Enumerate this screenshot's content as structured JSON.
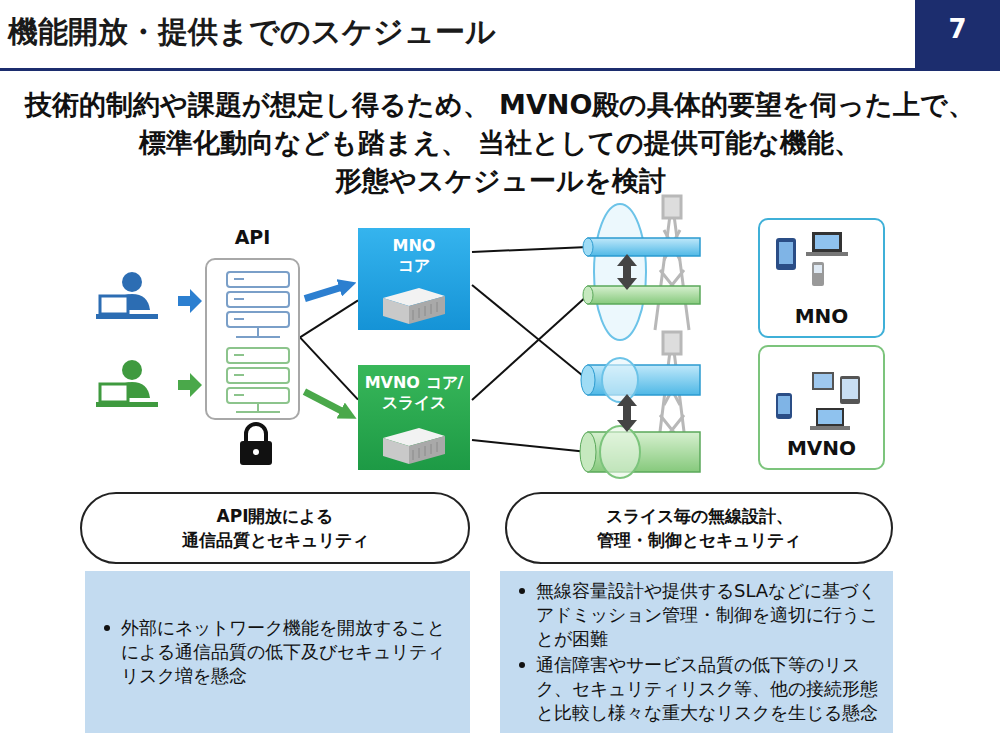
{
  "diagram": {
    "title": "機能開放・提供までのスケジュール",
    "nodes": [
      {
        "text": [
          "API"
        ]
      },
      {
        "text": [
          "MNO コア"
        ]
      },
      {
        "text": [
          "MVNO コア/スライス"
        ]
      },
      {
        "text": [
          "MNO"
        ]
      },
      {
        "text": [
          "MVNO"
        ]
      },
      {
        "text": [
          "API開放による 通信品質とセキュリティ"
        ]
      },
      {
        "text": [
          "スライス毎の無線設計、 管理・制御とセキュリティ"
        ]
      },
      {
        "text": [
          "外部にネットワーク機能を開放することによる通信品質の低下及びセキュリティリスク増を懸念"
        ]
      },
      {
        "text": [
          "無線容量設計や提供するSLAなどに基づくアドミッション管理・制御を適切に行うことが困難",
          "通信障害やサービス品質の低下等のリスク、セキュリティリスク等、他の接続形態と比較し様々な重大なリスクを生じる懸念"
        ]
      }
    ],
    "edges": [
      {
        "from": 0,
        "to": 1,
        "arrow": "to"
      },
      {
        "from": 0,
        "to": 2,
        "arrow": "to"
      },
      {
        "from": 0,
        "to": 1,
        "arrow": "none"
      },
      {
        "from": 0,
        "to": 2,
        "arrow": "none"
      }
    ],
    "labels": [
      "7",
      "技術的制約や課題が想定し得るため、 MVNO殿の具体的要望を伺った上で、標準化動向なども踏まえ、 当社としての提供可能な機能、形態やスケジュールを検討"
    ]
  }
}
